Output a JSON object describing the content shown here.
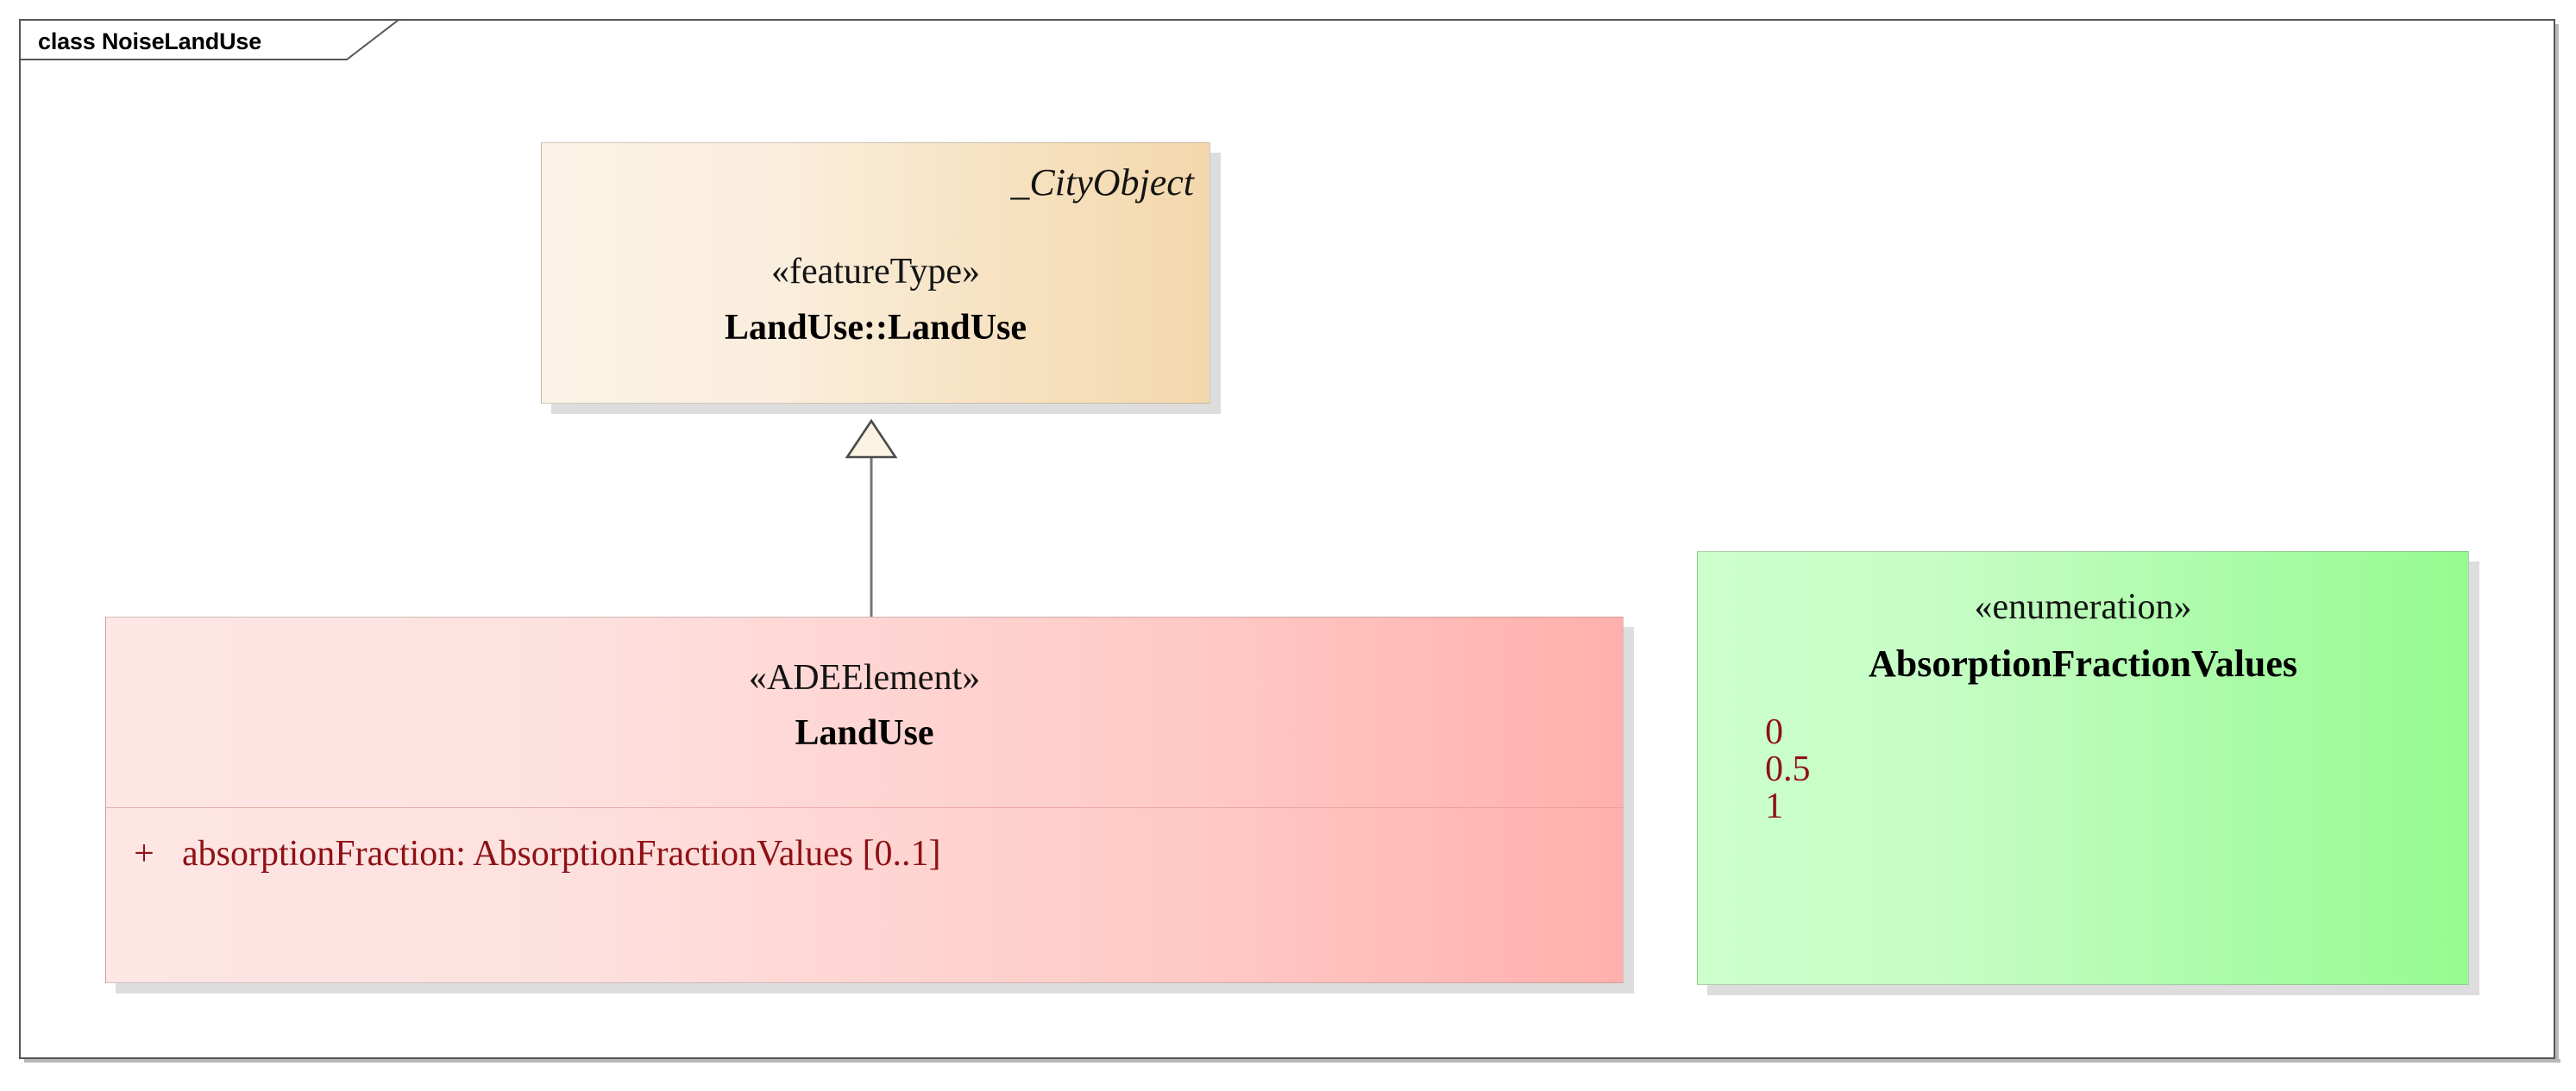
{
  "frame": {
    "title": "class NoiseLandUse"
  },
  "classes": {
    "landuse_featuretype": {
      "qualifier": "_CityObject",
      "stereotype": "«featureType»",
      "name": "LandUse::LandUse",
      "fill_start": "#FCF3E6",
      "fill_end": "#F3D8AD"
    },
    "landuse_ade": {
      "stereotype": "«ADEElement»",
      "name": "LandUse",
      "fill_start": "#FDE6E4",
      "fill_end": "#FFB0AC",
      "attributes": [
        {
          "visibility": "+",
          "text": "absorptionFraction: AbsorptionFractionValues [0..1]",
          "name": "absorptionFraction",
          "type": "AbsorptionFractionValues",
          "multiplicity": "[0..1]",
          "color": "#8F1116"
        }
      ]
    },
    "absorption_fraction_values": {
      "stereotype": "«enumeration»",
      "name": "AbsorptionFractionValues",
      "fill_start": "#CCFFCC",
      "fill_end": "#95FB91",
      "literals": [
        "0",
        "0.5",
        "1"
      ],
      "literal_color": "#8F1116"
    }
  },
  "relationships": [
    {
      "kind": "generalization",
      "source": "LandUse",
      "target": "LandUse::LandUse",
      "arrow": "hollow-triangle"
    }
  ]
}
